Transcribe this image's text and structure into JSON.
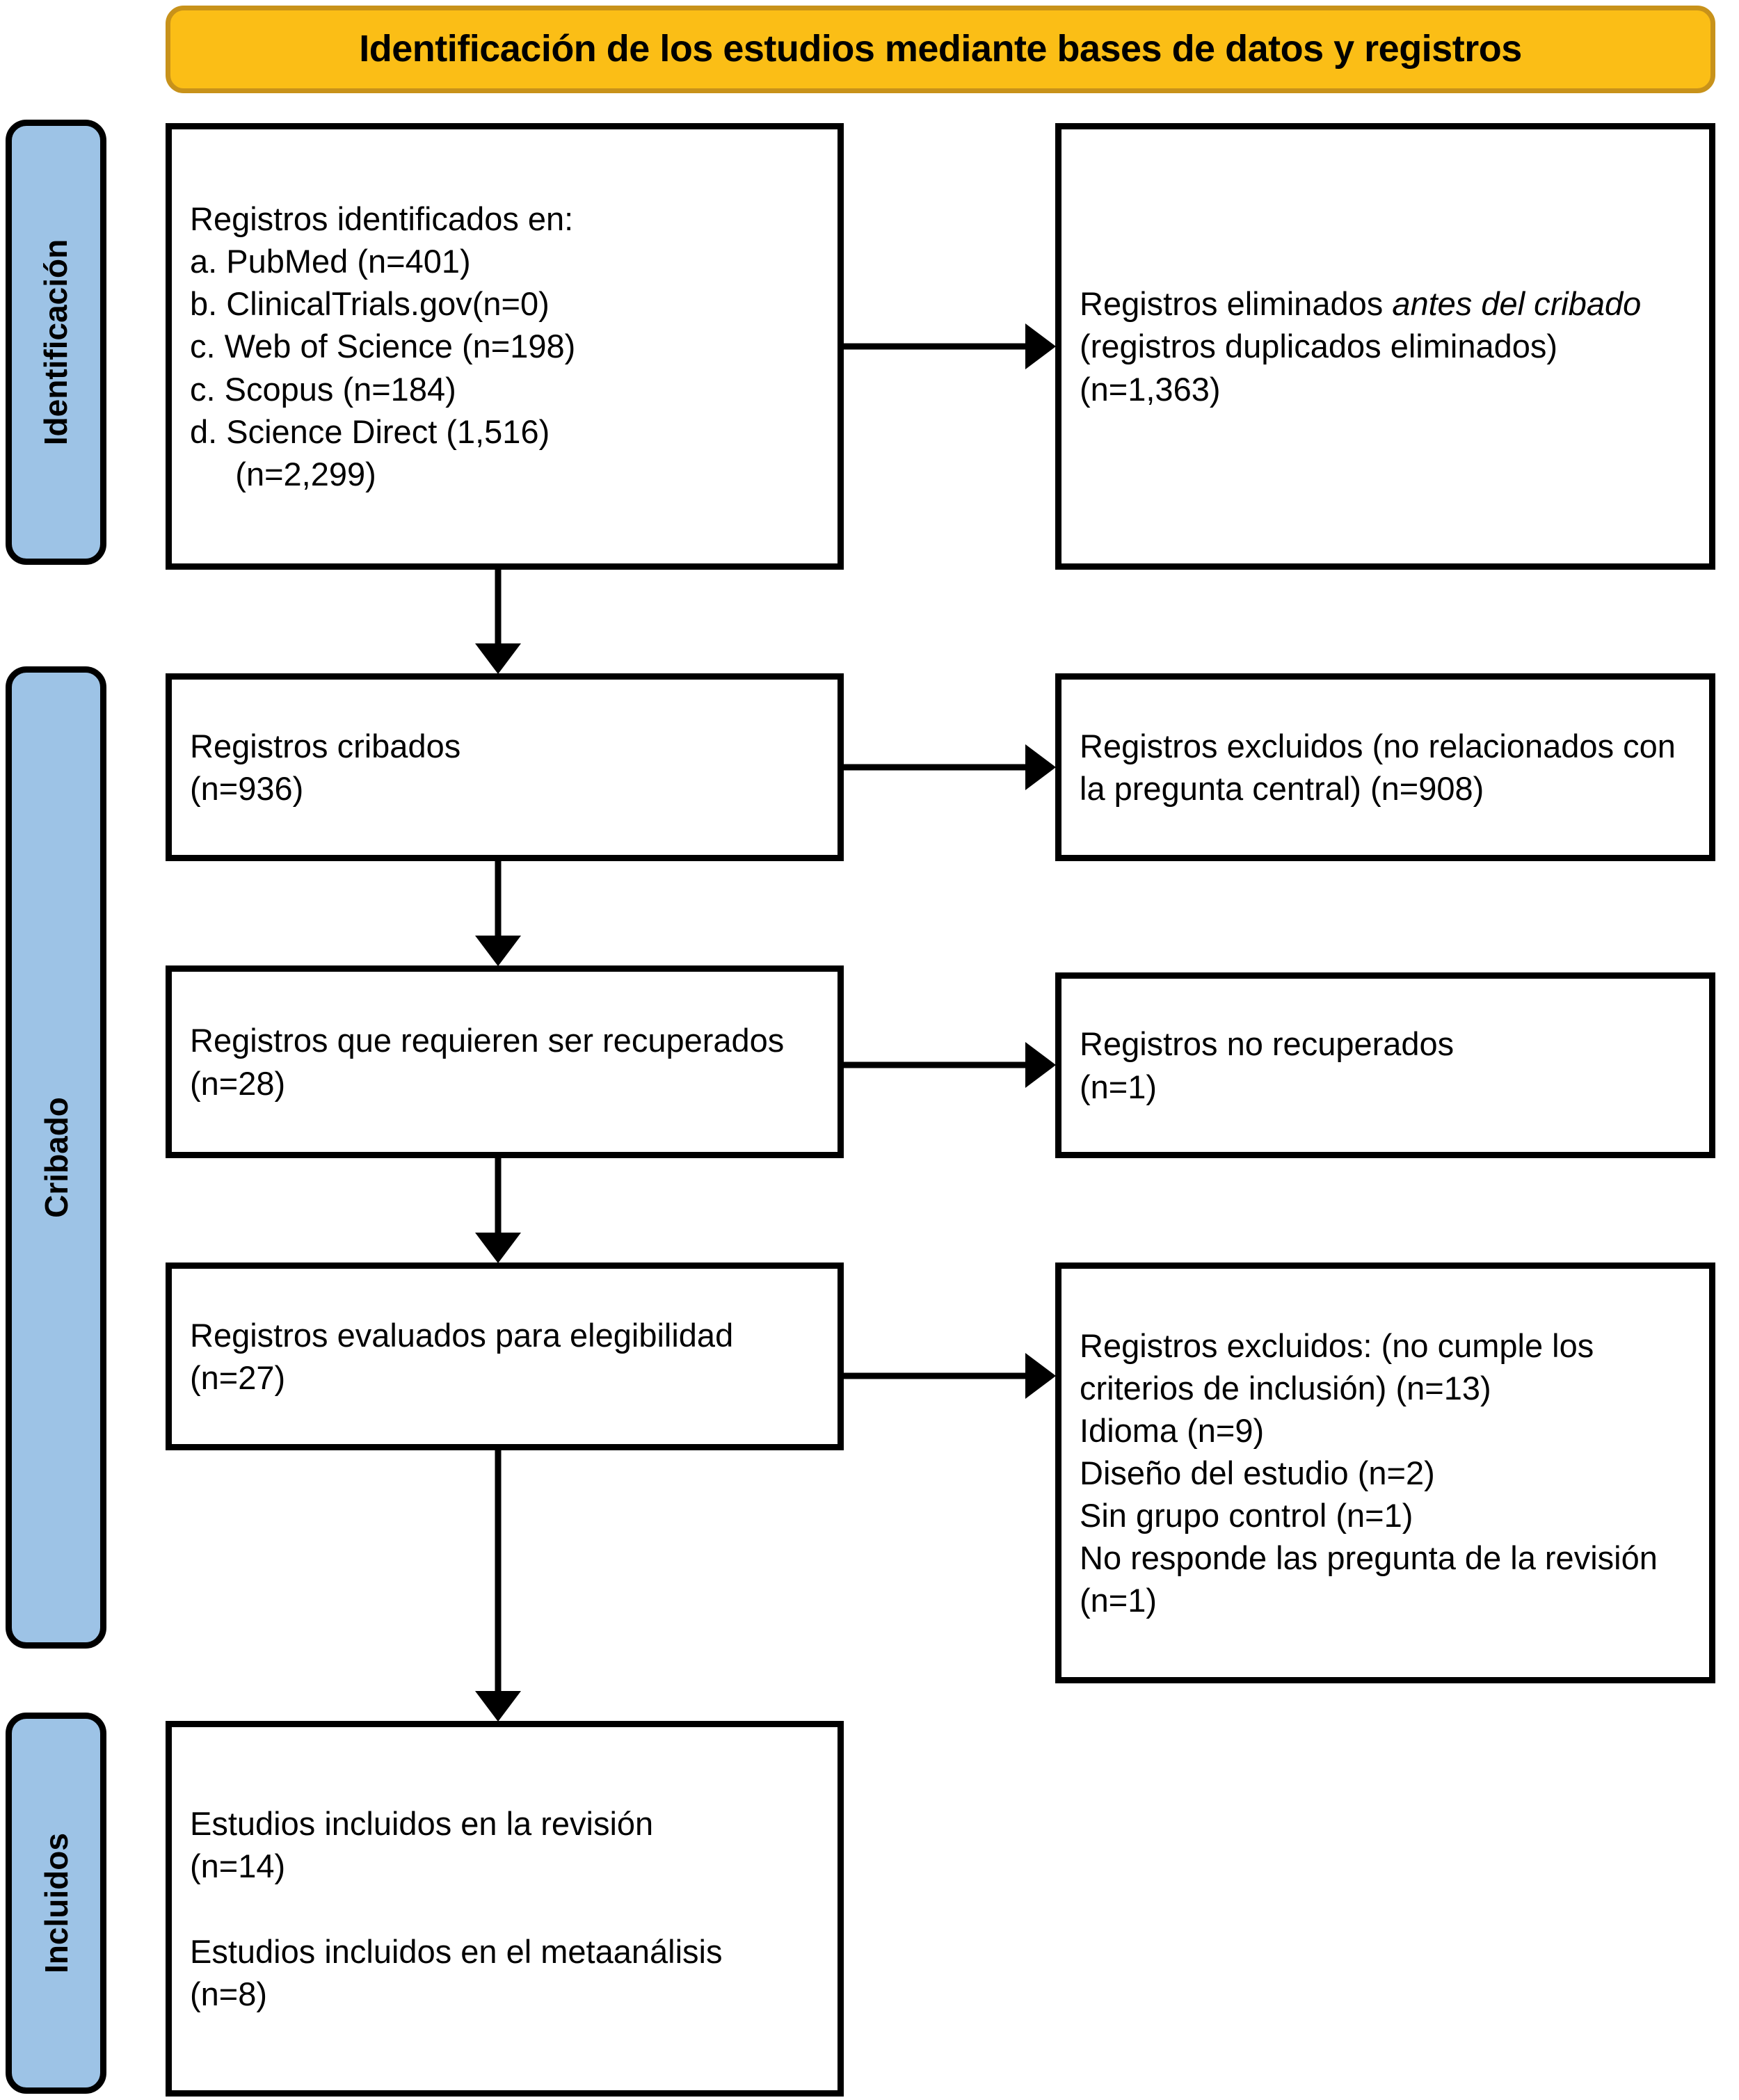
{
  "header": {
    "title": "Identificación de los estudios mediante bases de datos y registros",
    "background_color": "#FBBE16",
    "border_color": "#C8921A"
  },
  "stages": {
    "background_color": "#9DC3E6",
    "identification": "Identificación",
    "screening": "Cribado",
    "included": "Incluidos"
  },
  "boxes": {
    "identified": "Registros identificados en:\na. PubMed (n=401)\nb. ClinicalTrials.gov(n=0)\nc. Web of Science (n=198)\nc. Scopus (n=184)\nd. Science Direct (1,516)\n     (n=2,299)",
    "removed_before_screening": {
      "lead": "Registros eliminados ",
      "italic": "antes del cribado",
      "tail": " (registros duplicados eliminados) (n=1,363)"
    },
    "screened": "Registros cribados\n(n=936)",
    "excluded_screening": "Registros excluidos (no relacionados con la pregunta central) (n=908)",
    "retrieval": "Registros que requieren ser recuperados\n(n=28)",
    "not_retrieved": "Registros no recuperados\n(n=1)",
    "eligibility": "Registros evaluados para elegibilidad\n(n=27)",
    "excluded_eligibility": "Registros excluidos: (no cumple los criterios de inclusión) (n=13)\nIdioma (n=9)\nDiseño del estudio (n=2)\nSin grupo control (n=1)\nNo responde las pregunta de la revisión (n=1)",
    "included": "Estudios incluidos en la revisión\n(n=14)\n\nEstudios incluidos en el metaanálisis\n(n=8)"
  },
  "chart_data": {
    "type": "diagram",
    "title": "Identificación de los estudios mediante bases de datos y registros",
    "nodes": [
      {
        "id": "identified",
        "stage": "Identificación",
        "label": "Registros identificados en",
        "n": 2299,
        "sources": [
          {
            "letter": "a",
            "name": "PubMed",
            "n": 401
          },
          {
            "letter": "b",
            "name": "ClinicalTrials.gov",
            "n": 0
          },
          {
            "letter": "c",
            "name": "Web of Science",
            "n": 198
          },
          {
            "letter": "c",
            "name": "Scopus",
            "n": 184
          },
          {
            "letter": "d",
            "name": "Science Direct",
            "n": 1516
          }
        ]
      },
      {
        "id": "removed_before_screening",
        "stage": "Identificación",
        "label": "Registros eliminados antes del cribado (registros duplicados eliminados)",
        "n": 1363
      },
      {
        "id": "screened",
        "stage": "Cribado",
        "label": "Registros cribados",
        "n": 936
      },
      {
        "id": "excluded_screening",
        "stage": "Cribado",
        "label": "Registros excluidos (no relacionados con la pregunta central)",
        "n": 908
      },
      {
        "id": "retrieval",
        "stage": "Cribado",
        "label": "Registros que requieren ser recuperados",
        "n": 28
      },
      {
        "id": "not_retrieved",
        "stage": "Cribado",
        "label": "Registros no recuperados",
        "n": 1
      },
      {
        "id": "eligibility",
        "stage": "Cribado",
        "label": "Registros evaluados para elegibilidad",
        "n": 27
      },
      {
        "id": "excluded_eligibility",
        "stage": "Cribado",
        "label": "Registros excluidos",
        "reasons": [
          {
            "reason": "no cumple los criterios de inclusión",
            "n": 13
          },
          {
            "reason": "Idioma",
            "n": 9
          },
          {
            "reason": "Diseño del estudio",
            "n": 2
          },
          {
            "reason": "Sin grupo control",
            "n": 1
          },
          {
            "reason": "No responde las pregunta de la revisión",
            "n": 1
          }
        ]
      },
      {
        "id": "included_review",
        "stage": "Incluidos",
        "label": "Estudios incluidos en la revisión",
        "n": 14
      },
      {
        "id": "included_meta",
        "stage": "Incluidos",
        "label": "Estudios incluidos en el metaanálisis",
        "n": 8
      }
    ],
    "edges": [
      {
        "from": "identified",
        "to": "removed_before_screening",
        "direction": "right"
      },
      {
        "from": "identified",
        "to": "screened",
        "direction": "down"
      },
      {
        "from": "screened",
        "to": "excluded_screening",
        "direction": "right"
      },
      {
        "from": "screened",
        "to": "retrieval",
        "direction": "down"
      },
      {
        "from": "retrieval",
        "to": "not_retrieved",
        "direction": "right"
      },
      {
        "from": "retrieval",
        "to": "eligibility",
        "direction": "down"
      },
      {
        "from": "eligibility",
        "to": "excluded_eligibility",
        "direction": "right"
      },
      {
        "from": "eligibility",
        "to": "included_review",
        "direction": "down"
      }
    ]
  }
}
